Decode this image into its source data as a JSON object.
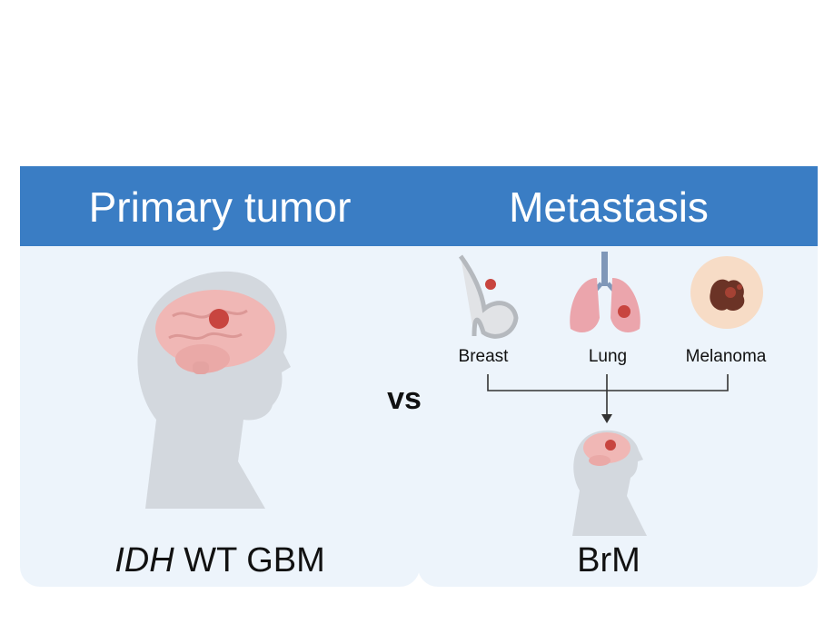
{
  "header": {
    "left_title": "Primary tumor",
    "right_title": "Metastasis"
  },
  "left": {
    "caption_gene": "IDH",
    "caption_rest": " WT GBM"
  },
  "vs": "vs",
  "right": {
    "sources": [
      "Breast",
      "Lung",
      "Melanoma"
    ],
    "caption": "BrM"
  },
  "colors": {
    "banner": "#3a7dc4",
    "panel": "#edf4fb",
    "head": "#d3d8de",
    "brain": "#efb6b4",
    "tumor": "#c8453f"
  }
}
